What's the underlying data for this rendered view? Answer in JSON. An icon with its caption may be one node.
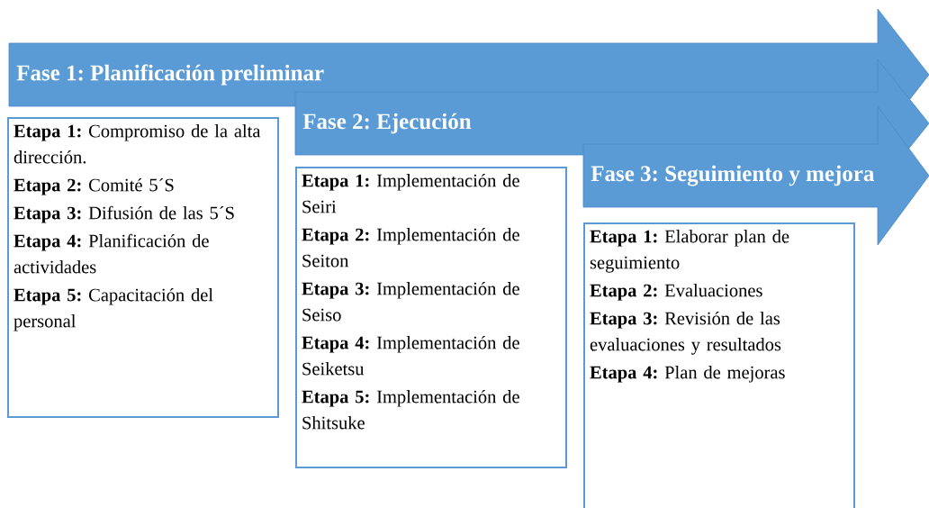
{
  "diagram": {
    "nodes": [
      {
        "text": [
          "Fase 1: Planificación preliminar"
        ]
      },
      {
        "text": [
          "**Etapa 1:** Compromiso de la alta dirección.",
          "**Etapa 2:** Comité 5´S",
          "**Etapa 3:** Difusión de las 5´S",
          "**Etapa 4:** Planificación de actividades",
          "**Etapa 5:** Capacitación del personal"
        ]
      },
      {
        "text": [
          "Fase 2: Ejecución"
        ]
      },
      {
        "text": [
          "**Etapa 1:** Implementación de Seiri",
          "**Etapa 2:** Implementación de Seiton",
          "**Etapa 3:** Implementación de Seiso",
          "**Etapa 4:** Implementación de Seiketsu",
          "**Etapa 5:** Implementación de Shitsuke"
        ]
      },
      {
        "text": [
          "Fase 3: Seguimiento y mejora"
        ]
      },
      {
        "text": [
          "**Etapa 1:** Elaborar plan de seguimiento",
          "**Etapa 2:** Evaluaciones",
          "**Etapa 3:** Revisión de las evaluaciones y resultados",
          "**Etapa 4:** Plan de mejoras"
        ]
      }
    ]
  }
}
